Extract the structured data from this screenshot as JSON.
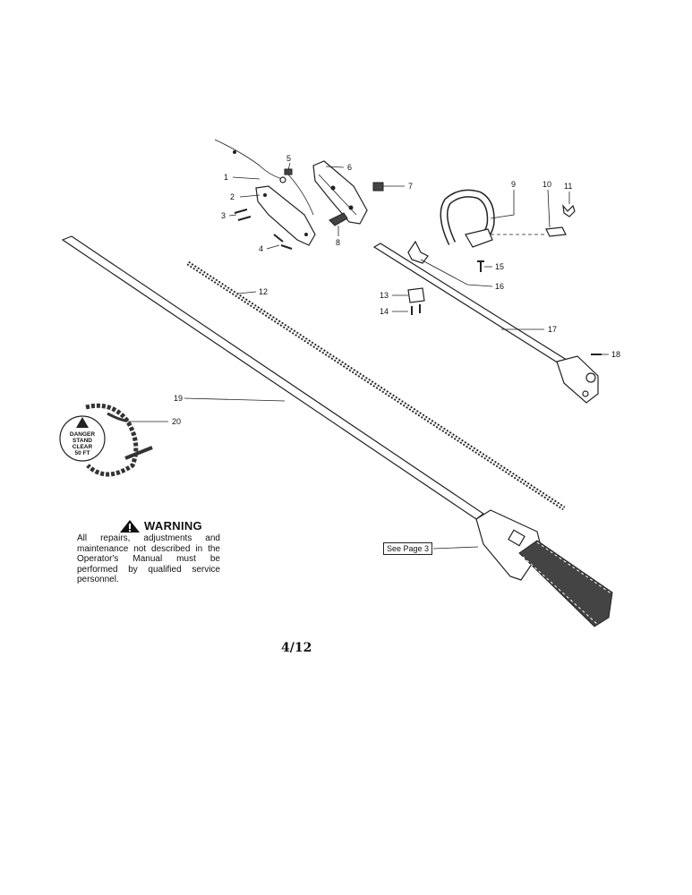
{
  "parts": {
    "p1": "1",
    "p2": "2",
    "p3": "3",
    "p4": "4",
    "p5": "5",
    "p6": "6",
    "p7": "7",
    "p8": "8",
    "p9": "9",
    "p10": "10",
    "p11": "11",
    "p12": "12",
    "p13": "13",
    "p14": "14",
    "p15": "15",
    "p16": "16",
    "p17": "17",
    "p18": "18",
    "p19": "19",
    "p20": "20"
  },
  "safety_tag": {
    "line1": "DANGER",
    "line2": "STAND",
    "line3": "CLEAR",
    "line4": "50 FT"
  },
  "warning": {
    "title": "WARNING",
    "body": "All repairs, adjustments and maintenance not described in the Operator's Manual must be performed by qualified service personnel."
  },
  "reference_box": "See Page 3",
  "page_number": "4/12"
}
